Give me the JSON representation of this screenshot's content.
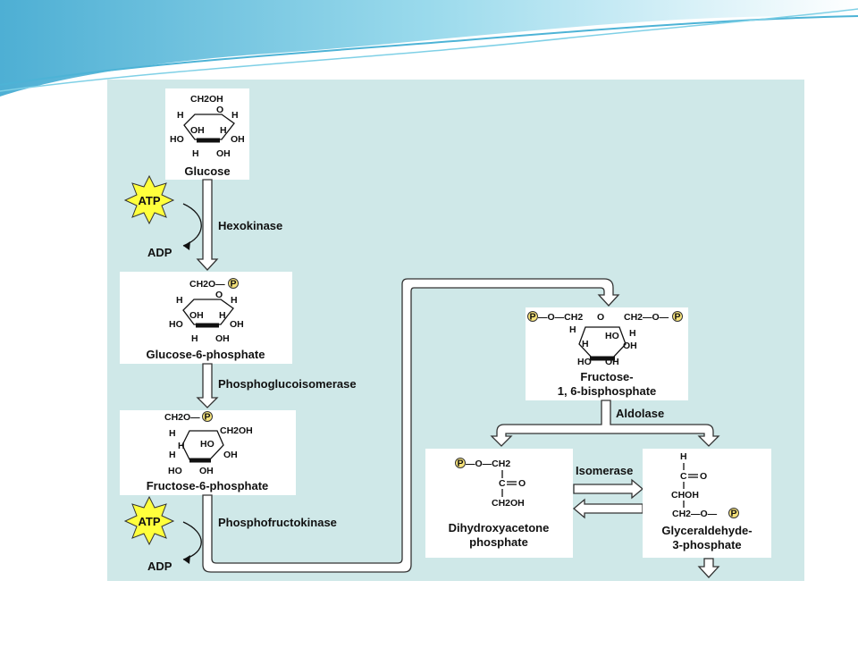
{
  "colors": {
    "panel": "#cfe8e8",
    "atp_fill": "#ffff3c",
    "phosphate_fill": "#f6e27a",
    "wave": "#5fc0dc"
  },
  "icons": [
    "atp-burst-icon",
    "phosphate-circle-icon",
    "flow-arrow-icon"
  ],
  "molecules": {
    "glucose": {
      "name": "Glucose",
      "labels": [
        "CH2OH",
        "O",
        "H",
        "H",
        "OH",
        "H",
        "HO",
        "OH",
        "H",
        "OH"
      ]
    },
    "glucose6p": {
      "name": "Glucose-6-phosphate",
      "labels": [
        "CH2O—",
        "O",
        "H",
        "H",
        "OH",
        "H",
        "HO",
        "OH",
        "H",
        "OH"
      ]
    },
    "fructose6p": {
      "name": "Fructose-6-phosphate",
      "labels": [
        "CH2O—",
        "CH2OH",
        "H",
        "HO",
        "H",
        "OH",
        "HO",
        "OH",
        "H"
      ]
    },
    "fructose16bp": {
      "name_line1": "Fructose-",
      "name_line2": "1, 6-bisphosphate",
      "labels": [
        "—O—CH2",
        "O",
        "CH2—O—",
        "H",
        "HO",
        "H",
        "OH",
        "OH",
        "HO",
        "H"
      ]
    },
    "dhap": {
      "name_line1": "Dihydroxyacetone",
      "name_line2": "phosphate",
      "labels": [
        "—O—CH2",
        "C",
        "O",
        "CH2OH"
      ]
    },
    "g3p": {
      "name_line1": "Glyceraldehyde-",
      "name_line2": "3-phosphate",
      "labels": [
        "H",
        "C",
        "O",
        "CHOH",
        "CH2—O—"
      ]
    }
  },
  "phosphate_symbol": "P",
  "steps": {
    "atp1": "ATP",
    "adp1": "ADP",
    "enzyme1": "Hexokinase",
    "enzyme2": "Phosphoglucoisomerase",
    "atp2": "ATP",
    "adp2": "ADP",
    "enzyme3": "Phosphofructokinase",
    "enzyme4": "Aldolase",
    "enzyme5": "Isomerase"
  }
}
